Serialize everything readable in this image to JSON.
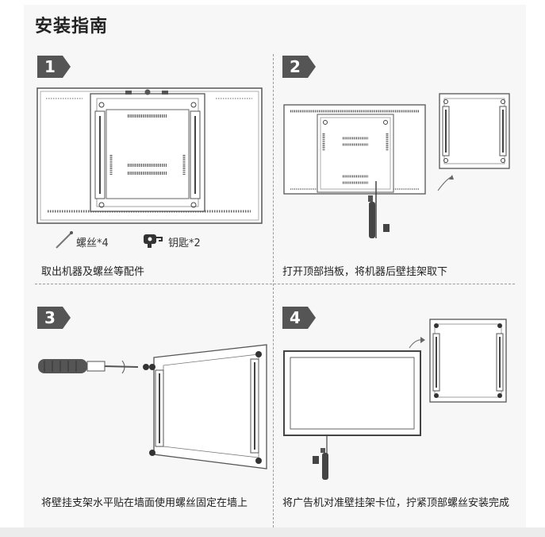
{
  "page": {
    "title": "安装指南"
  },
  "steps": [
    {
      "number": "1",
      "caption": "取出机器及螺丝等配件"
    },
    {
      "number": "2",
      "caption": "打开顶部挡板，将机器后壁挂架取下"
    },
    {
      "number": "3",
      "caption": "将壁挂支架水平贴在墙面使用螺丝固定在墙上"
    },
    {
      "number": "4",
      "caption": "将广告机对准壁挂架卡位，拧紧顶部螺丝安装完成"
    }
  ],
  "accessories": [
    {
      "icon": "screw-icon",
      "label": "螺丝*4"
    },
    {
      "icon": "key-icon",
      "label": "钥匙*2"
    }
  ],
  "colors": {
    "badge": "#555555",
    "background": "#f7f7f7",
    "line": "#777777"
  }
}
